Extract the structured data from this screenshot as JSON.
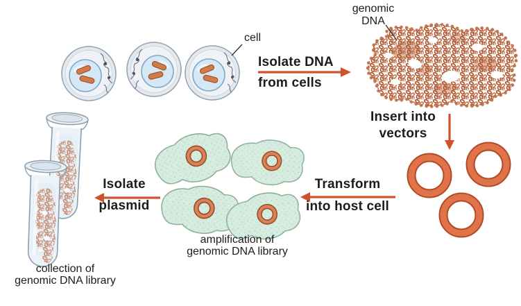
{
  "colors": {
    "arrow": "#d0512e",
    "dna_strand": "#b4582f",
    "vector_ring_band": "#e0734a",
    "vector_ring_edge": "#b14b24",
    "bacterium_body": "#d6ecdf",
    "bacterium_outline": "#8fae9c",
    "cell_membrane": "#e4e9ef",
    "nucleus": "#d6e8f6",
    "chromosome": "#d07c4a",
    "label_text": "#1c1c1c"
  },
  "labels": {
    "cell": "cell",
    "genomic_dna_line1": "genomic",
    "genomic_dna_line2": "DNA"
  },
  "steps": {
    "isolate_dna": {
      "line1": "Isolate DNA",
      "line2": "from cells"
    },
    "insert_vectors": {
      "line1": "Insert into",
      "line2": "vectors"
    },
    "transform": {
      "line1": "Transform",
      "line2": "into host cell"
    },
    "isolate_plasmid": {
      "line1": "Isolate",
      "line2": "plasmid"
    }
  },
  "captions": {
    "amplification_line1": "amplification of",
    "amplification_line2": "genomic DNA library",
    "collection_line1": "collection of",
    "collection_line2": "genomic DNA library"
  }
}
